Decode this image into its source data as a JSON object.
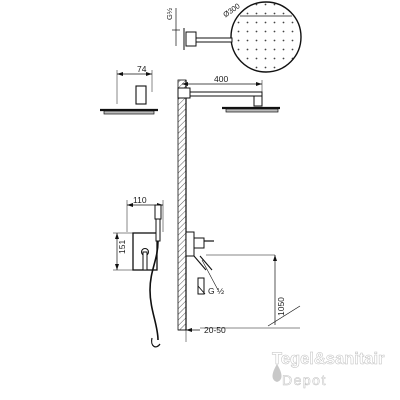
{
  "dimensions": {
    "rain_diameter": "Ø300",
    "arm_thread": "G½",
    "head_depth": "74",
    "arm_length": "400",
    "valve_width": "110",
    "valve_height": "151",
    "outlet_thread": "G ½",
    "wall_depth": "20-50",
    "mount_height": "1050"
  },
  "watermark": {
    "brand": "Tegel&sanitair",
    "sub": "Depot"
  }
}
